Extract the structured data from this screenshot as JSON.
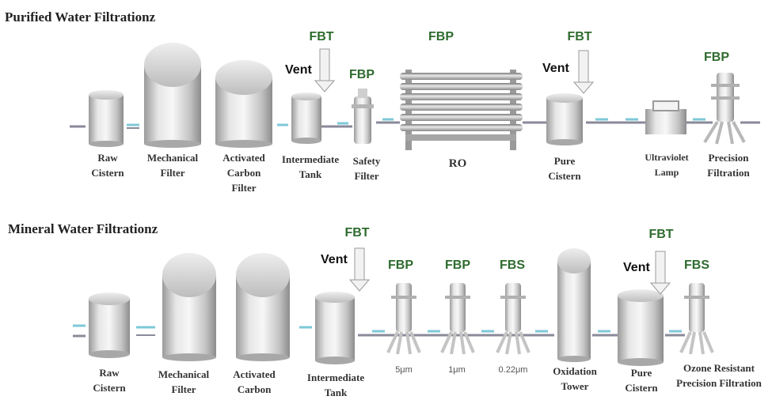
{
  "purified": {
    "title": "Purified Water Filtrationz",
    "labels": {
      "raw": "Raw\nCistern",
      "mech": "Mechanical\nFilter",
      "carbon": "Activated\nCarbon\nFilter",
      "inter": "Intermediate\nTank",
      "safety": "Safety\nFilter",
      "ro": "RO",
      "pure": "Pure\nCistern",
      "uv": "Ultraviolet\nLamp",
      "precision": "Precision\nFiltration"
    },
    "tags": {
      "fbt1": "FBT",
      "fbp_ro": "FBP",
      "fbp_safety": "FBP",
      "fbt2": "FBT",
      "fbp_precision": "FBP"
    },
    "vent": {
      "v1": "Vent",
      "v2": "Vent"
    }
  },
  "mineral": {
    "title": "Mineral Water Filtrationz",
    "labels": {
      "raw": "Raw\nCistern",
      "mech": "Mechanical\nFilter",
      "carbon": "Activated\nCarbon",
      "inter": "Intermediate\nTank",
      "oxidation": "Oxidation\nTower",
      "pure": "Pure\nCistern",
      "ozone": "Ozone Resistant\nPrecision Filtration"
    },
    "microns": {
      "m1": "5μm",
      "m2": "1μm",
      "m3": "0.22μm"
    },
    "tags": {
      "fbt1": "FBT",
      "fbp1": "FBP",
      "fbp2": "FBP",
      "fbs1": "FBS",
      "fbt2": "FBT",
      "fbs2": "FBS"
    },
    "vent": {
      "v1": "Vent",
      "v2": "Vent"
    }
  },
  "colors": {
    "tag_green": "#2e6b2e",
    "pipe_gray": "#8a8a9a",
    "pipe_cyan": "#7ec8d8"
  }
}
